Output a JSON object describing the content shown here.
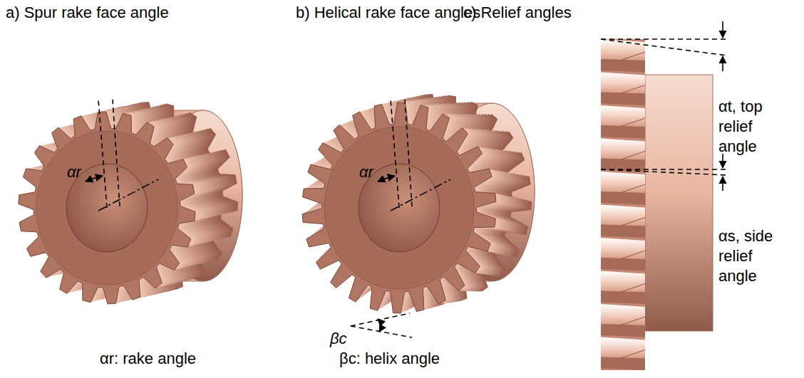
{
  "diagram": {
    "labels": [
      "a) Spur rake face angle",
      "b) Helical rake face angles",
      "c) Relief angles",
      "αr",
      "αr",
      "βc",
      "αt, top relief angle",
      "αs, side relief angle",
      "αr: rake angle",
      "βc: helix angle"
    ]
  }
}
